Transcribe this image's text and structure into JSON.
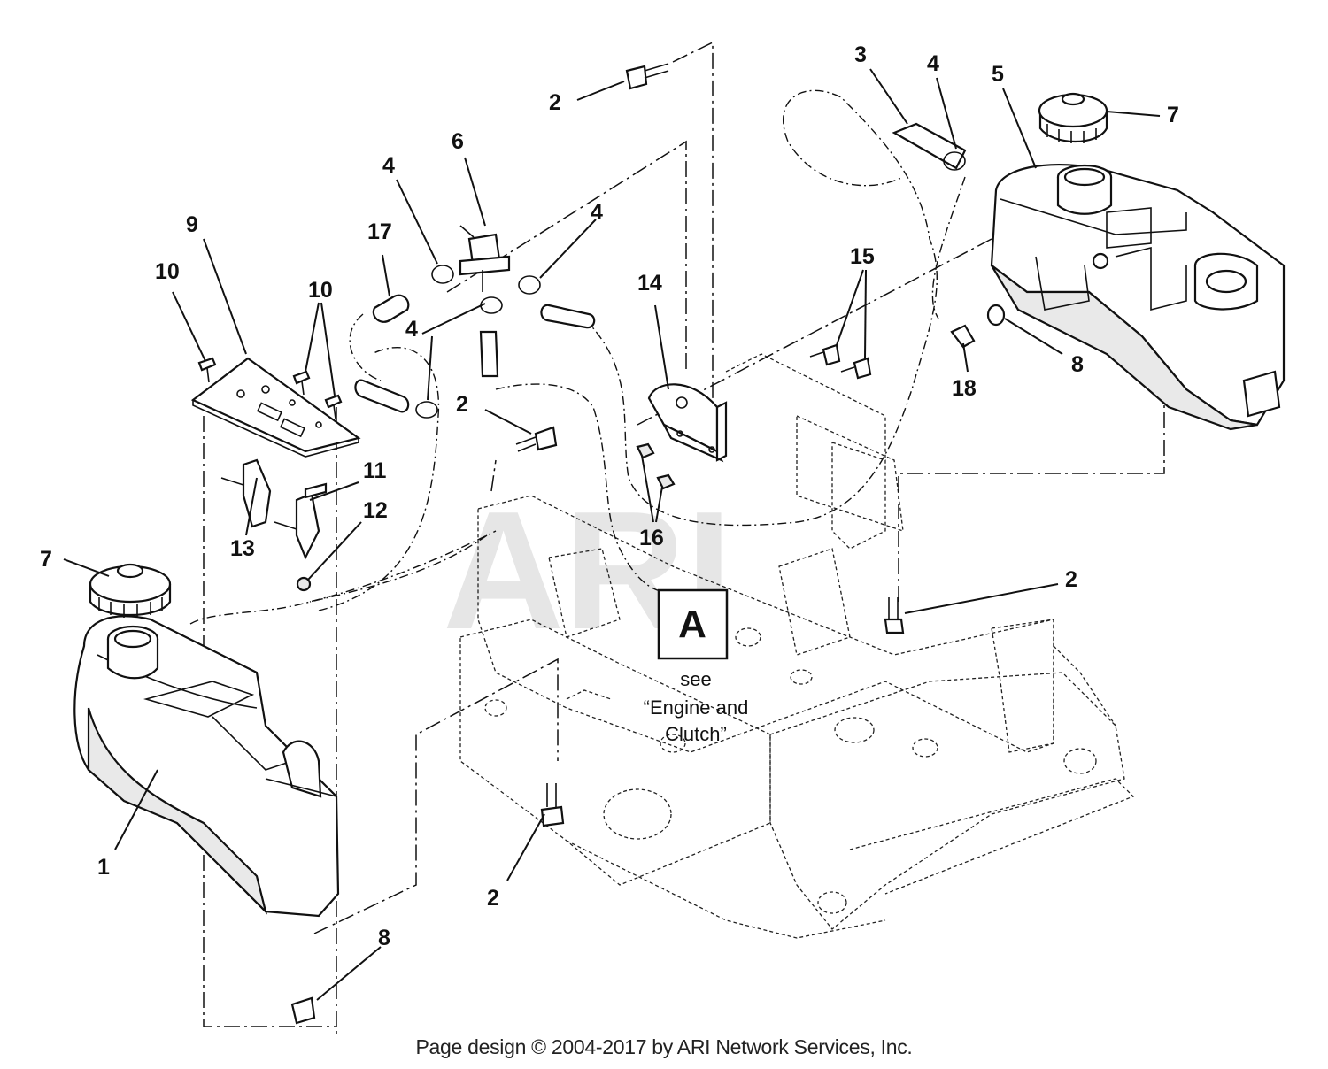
{
  "callouts": [
    {
      "id": "c1",
      "label": "1"
    },
    {
      "id": "c2a",
      "label": "2"
    },
    {
      "id": "c2b",
      "label": "2"
    },
    {
      "id": "c2c",
      "label": "2"
    },
    {
      "id": "c2d",
      "label": "2"
    },
    {
      "id": "c3",
      "label": "3"
    },
    {
      "id": "c4a",
      "label": "4"
    },
    {
      "id": "c4b",
      "label": "4"
    },
    {
      "id": "c4c",
      "label": "4"
    },
    {
      "id": "c4d",
      "label": "4"
    },
    {
      "id": "c5",
      "label": "5"
    },
    {
      "id": "c6",
      "label": "6"
    },
    {
      "id": "c7a",
      "label": "7"
    },
    {
      "id": "c7b",
      "label": "7"
    },
    {
      "id": "c8a",
      "label": "8"
    },
    {
      "id": "c8b",
      "label": "8"
    },
    {
      "id": "c9",
      "label": "9"
    },
    {
      "id": "c10a",
      "label": "10"
    },
    {
      "id": "c10b",
      "label": "10"
    },
    {
      "id": "c11",
      "label": "11"
    },
    {
      "id": "c12",
      "label": "12"
    },
    {
      "id": "c13",
      "label": "13"
    },
    {
      "id": "c14",
      "label": "14"
    },
    {
      "id": "c15",
      "label": "15"
    },
    {
      "id": "c16",
      "label": "16"
    },
    {
      "id": "c17",
      "label": "17"
    },
    {
      "id": "c18",
      "label": "18"
    }
  ],
  "reference": {
    "letter": "A",
    "see": "see",
    "line1": "“Engine and",
    "line2": "Clutch”"
  },
  "watermark": "ARI",
  "footer": "Page design © 2004-2017 by ARI Network Services, Inc."
}
